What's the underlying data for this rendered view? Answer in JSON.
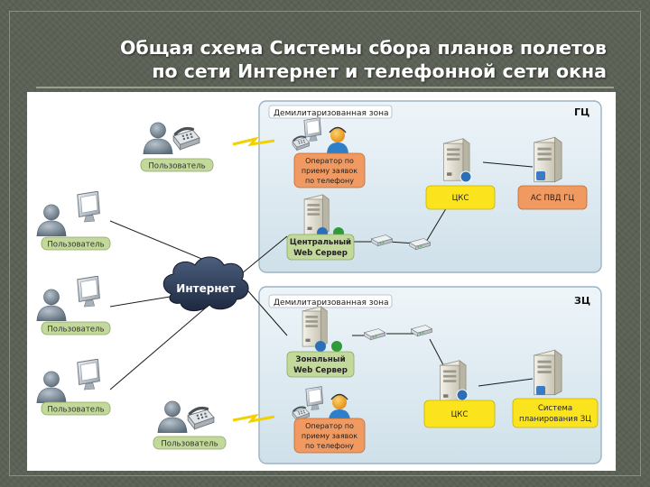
{
  "title": {
    "line1": "Общая схема Системы сбора планов полетов",
    "line2": "по сети Интернет и телефонной сети окна"
  },
  "zones": {
    "top": {
      "label": "Демилитаризованная зона",
      "tag": "ГЦ"
    },
    "bottom": {
      "label": "Демилитаризованная зона",
      "tag": "ЗЦ"
    }
  },
  "users": {
    "phone_user_1": "Пользователь",
    "pc_user_1": "Пользователь",
    "pc_user_2": "Пользователь",
    "pc_user_3": "Пользователь",
    "phone_user_2": "Пользователь"
  },
  "internet": "Интернет",
  "operator_top": [
    "Оператор по",
    "приему заявок",
    "по телефону"
  ],
  "operator_bottom": [
    "Оператор по",
    "приему заявок",
    "по телефону"
  ],
  "central_server": [
    "Центральный",
    "Web Сервер"
  ],
  "zonal_server": [
    "Зональный",
    "Web Сервер"
  ],
  "cks_top": "ЦКС",
  "cks_bottom": "ЦКС",
  "as_pbd": "АС ПВД ГЦ",
  "planning_system": [
    "Система",
    "планирования ЗЦ"
  ],
  "colors": {
    "background": "#5b6155",
    "zone_fill": "#dbe8f0",
    "label_green": "#c3d99b",
    "label_orange": "#f09a62",
    "label_yellow": "#fbe41e",
    "cloud": "#2f3f56"
  }
}
